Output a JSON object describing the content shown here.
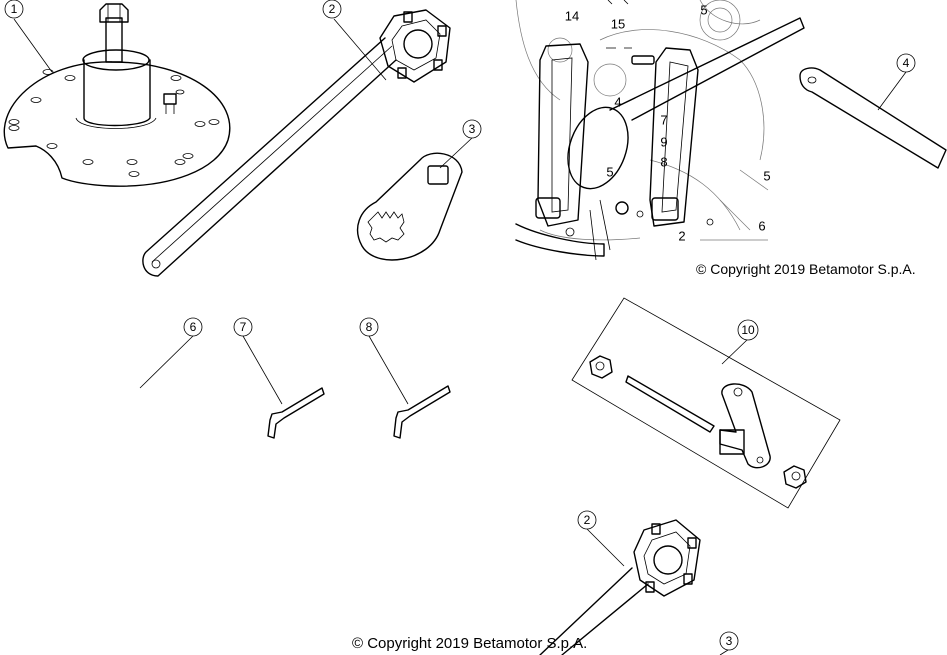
{
  "copyright_bottom": "© Copyright 2019 Betamotor S.p.A.",
  "copyright_inset": "© Copyright 2019 Betamotor S.p.A.",
  "callouts": [
    "1",
    "2",
    "3",
    "4",
    "6",
    "7",
    "8",
    "10",
    "2",
    "3"
  ],
  "inset_labels": [
    "14",
    "15",
    "5",
    "4",
    "7",
    "9",
    "8",
    "5",
    "5",
    "6",
    "2"
  ]
}
